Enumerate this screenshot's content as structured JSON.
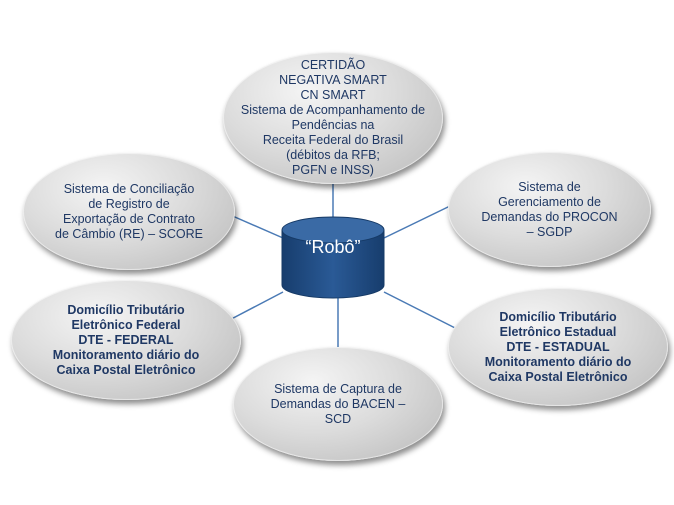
{
  "center": {
    "label": "“Robô”"
  },
  "nodes": {
    "certidao": "CERTIDÃO\nNEGATIVA   SMART\nCN SMART\nSistema de Acompanhamento de\nPendências na\nReceita Federal do Brasil\n(débitos da RFB;\nPGFN e INSS)",
    "score": "Sistema de Conciliação\nde Registro de\nExportação de Contrato\nde Câmbio (RE) – SCORE",
    "procon": "Sistema de\nGerenciamento  de\nDemandas do PROCON\n– SGDP",
    "dte_federal": "Domicílio Tributário\nEletrônico Federal\nDTE - FEDERAL\nMonitoramento diário do\nCaixa Postal Eletrônico",
    "dte_estadual": "Domicílio Tributário\nEletrônico Estadual\nDTE - ESTADUAL\nMonitoramento diário do\nCaixa Postal Eletrônico",
    "bacen": "Sistema de  Captura de\nDemandas do BACEN –\nSCD"
  },
  "colors": {
    "text": "#1f3864",
    "connector": "#4a7ab5",
    "hub_top": "#2f5d93",
    "hub_body": "#1f4e86"
  }
}
